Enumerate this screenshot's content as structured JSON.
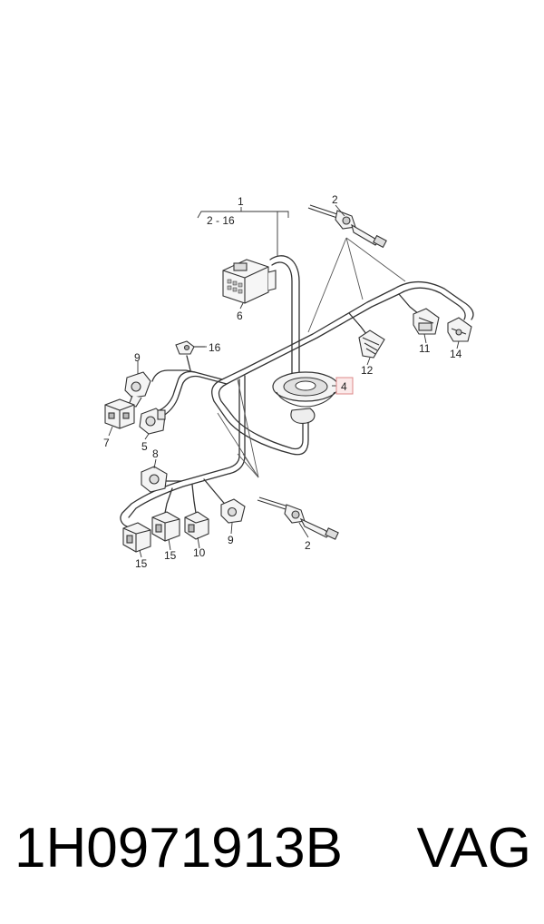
{
  "diagram": {
    "callouts": {
      "c1": "1",
      "c1_range": "2 - 16",
      "c2_top": "2",
      "c2_bottom": "2",
      "c4": "4",
      "c5": "5",
      "c6": "6",
      "c7": "7",
      "c8": "8",
      "c9_left": "9",
      "c9_bottom": "9",
      "c10": "10",
      "c11": "11",
      "c12": "12",
      "c14": "14",
      "c15_a": "15",
      "c15_b": "15",
      "c16": "16"
    }
  },
  "footer": {
    "part_number": "1H0971913B",
    "brand": "VAG"
  }
}
